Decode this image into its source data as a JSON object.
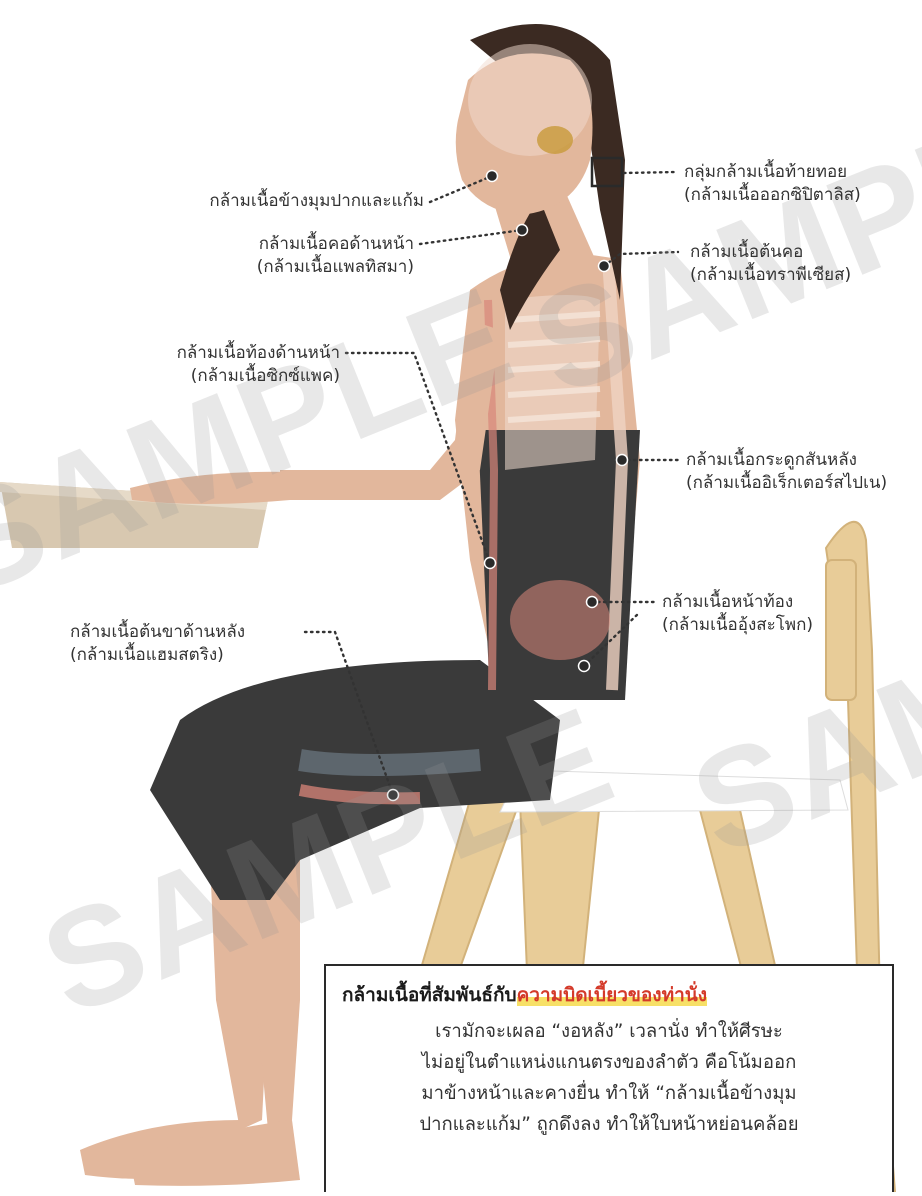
{
  "watermark": "SAMPLE",
  "labels": {
    "mouth_cheek": "กล้ามเนื้อข้างมุมปากและแก้ม",
    "neck_front": "กล้ามเนื้อคอด้านหน้า",
    "neck_front_sub": "(กล้ามเนื้อแพลทิสมา)",
    "abdomen_front": "กล้ามเนื้อท้องด้านหน้า",
    "abdomen_front_sub": "(กล้ามเนื้อซิกซ์แพค)",
    "thigh_back": "กล้ามเนื้อต้นขาด้านหลัง",
    "thigh_back_sub": "(กล้ามเนื้อแฮมสตริง)",
    "occipital": "กลุ่มกล้ามเนื้อท้ายทอย",
    "occipital_sub": "(กล้ามเนื้อออกซิปิตาลิส)",
    "neck_back": "กล้ามเนื้อต้นคอ",
    "neck_back_sub": "(กล้ามเนื้อทราพีเซียส)",
    "spine": "กล้ามเนื้อกระดูกสันหลัง",
    "spine_sub": "(กล้ามเนื้ออิเร็กเตอร์สไปเน)",
    "abdomen_side": "กล้ามเนื้อหน้าท้อง",
    "abdomen_side_sub": "(กล้ามเนื้ออุ้งสะโพก)"
  },
  "infobox": {
    "title_prefix": "กล้ามเนื้อที่สัมพันธ์กับ",
    "title_highlight": "ความบิดเบี้ยวของท่านั่ง",
    "lines": [
      "เรามักจะเผลอ “งอหลัง” เวลานั่ง ทำให้ศีรษะ",
      "ไม่อยู่ในตำแหน่งแกนตรงของลำตัว คือโน้มออก",
      "มาข้างหน้าและคางยื่น ทำให้ “กล้ามเนื้อข้างมุม",
      "ปากและแก้ม” ถูกดึงลง ทำให้ใบหน้าหย่อนคล้อย"
    ]
  },
  "colors": {
    "skin": "#e2b79c",
    "muscle": "#d9867a",
    "clothing": "#3a3a3a",
    "hair": "#3b2a22",
    "chair": "#e8cc98",
    "table": "#d8c8b0",
    "highlight": "#d43a2a",
    "marker_yellow": "#f7e067"
  }
}
